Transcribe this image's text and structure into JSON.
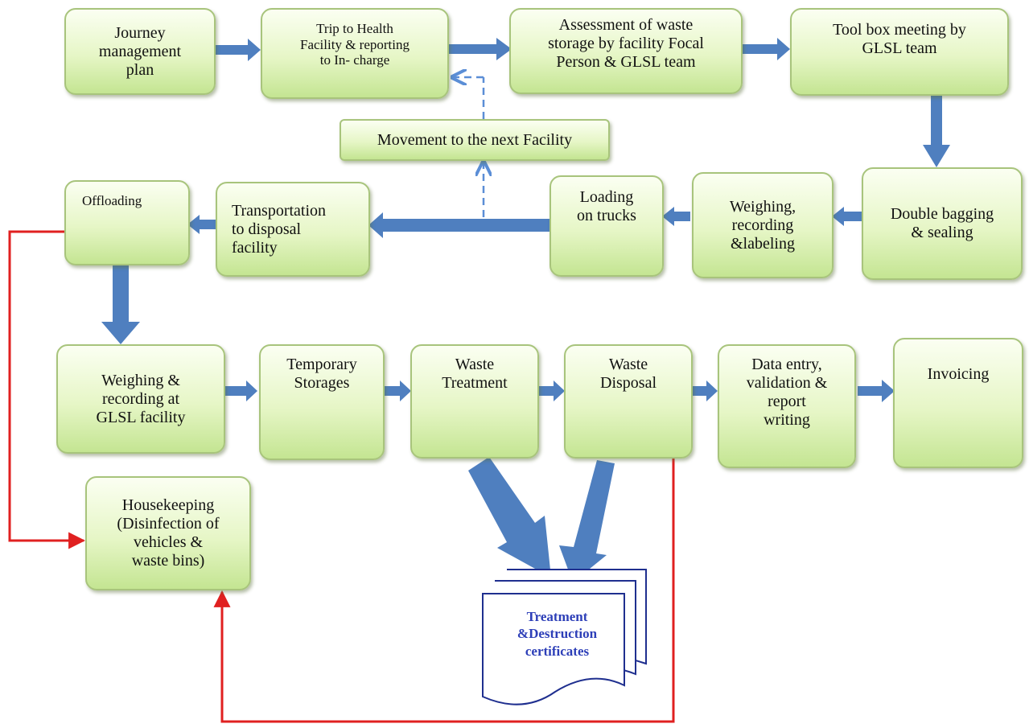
{
  "nodes": {
    "journey": "Journey\nmanagement\nplan",
    "trip": "Trip to Health\nFacility & reporting\nto In- charge",
    "assessment": "Assessment of waste\nstorage by facility Focal\nPerson & GLSL team",
    "toolbox": "Tool box meeting by\nGLSL team",
    "movement": "Movement to the next Facility",
    "offloading": "Offloading",
    "transportation": "Transportation\nto disposal\nfacility",
    "loading": "Loading\non trucks",
    "weighing_labeling": "Weighing,\nrecording\n&labeling",
    "double_bagging": "Double bagging\n& sealing",
    "weighing_glsl": "Weighing &\nrecording at\nGLSL facility",
    "temporary": "Temporary\nStorages",
    "treatment": "Waste\nTreatment",
    "disposal": "Waste\nDisposal",
    "data_entry": "Data entry,\nvalidation &\nreport\nwriting",
    "invoicing": "Invoicing",
    "housekeeping": "Housekeeping\n(Disinfection of\nvehicles &\nwaste bins)"
  },
  "certificates": "Treatment\n&Destruction\ncertificates",
  "colors": {
    "arrow": "#4f7fbf",
    "red_line": "#e02020",
    "dashed": "#5b8ed6",
    "box_border": "#a8c47c",
    "cert_text": "#2d3fb8"
  }
}
